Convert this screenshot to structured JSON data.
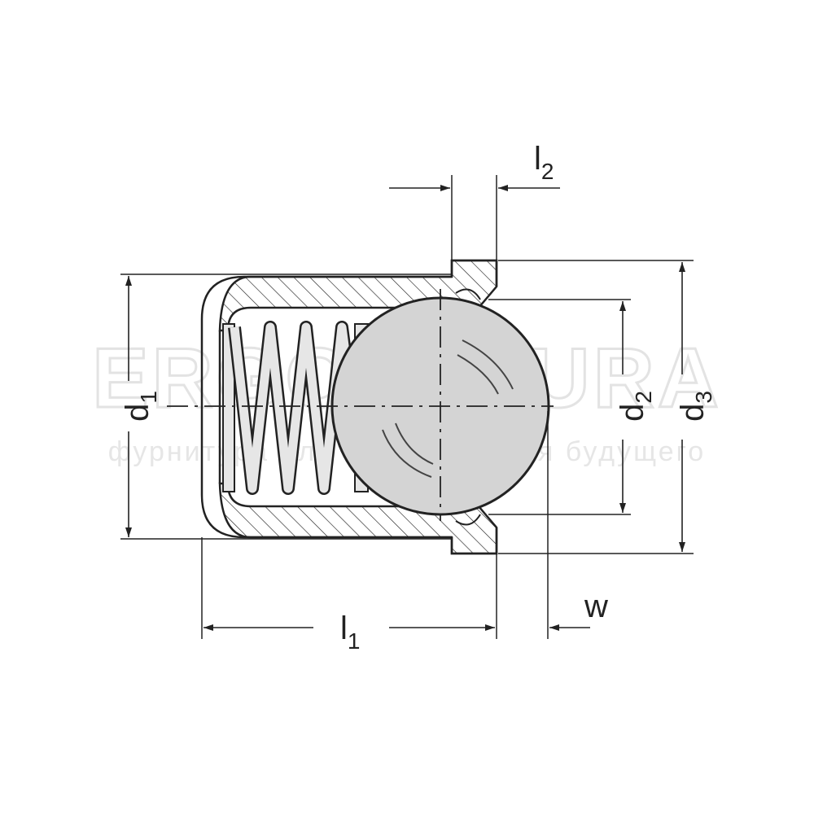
{
  "colors": {
    "line": "#222222",
    "ball_fill": "#d4d4d4",
    "spring_fill": "#e6e6e6",
    "watermark": "#e3e3e3"
  },
  "watermark": {
    "brand": "ERGOFUTURA",
    "tagline": "фурнитура для оборудования будущего"
  },
  "labels": {
    "d1": {
      "main": "d",
      "sub": "1"
    },
    "d2": {
      "main": "d",
      "sub": "2"
    },
    "d3": {
      "main": "d",
      "sub": "3"
    },
    "l1": {
      "main": "l",
      "sub": "1"
    },
    "l2": {
      "main": "l",
      "sub": "2"
    },
    "w": {
      "main": "w"
    }
  }
}
